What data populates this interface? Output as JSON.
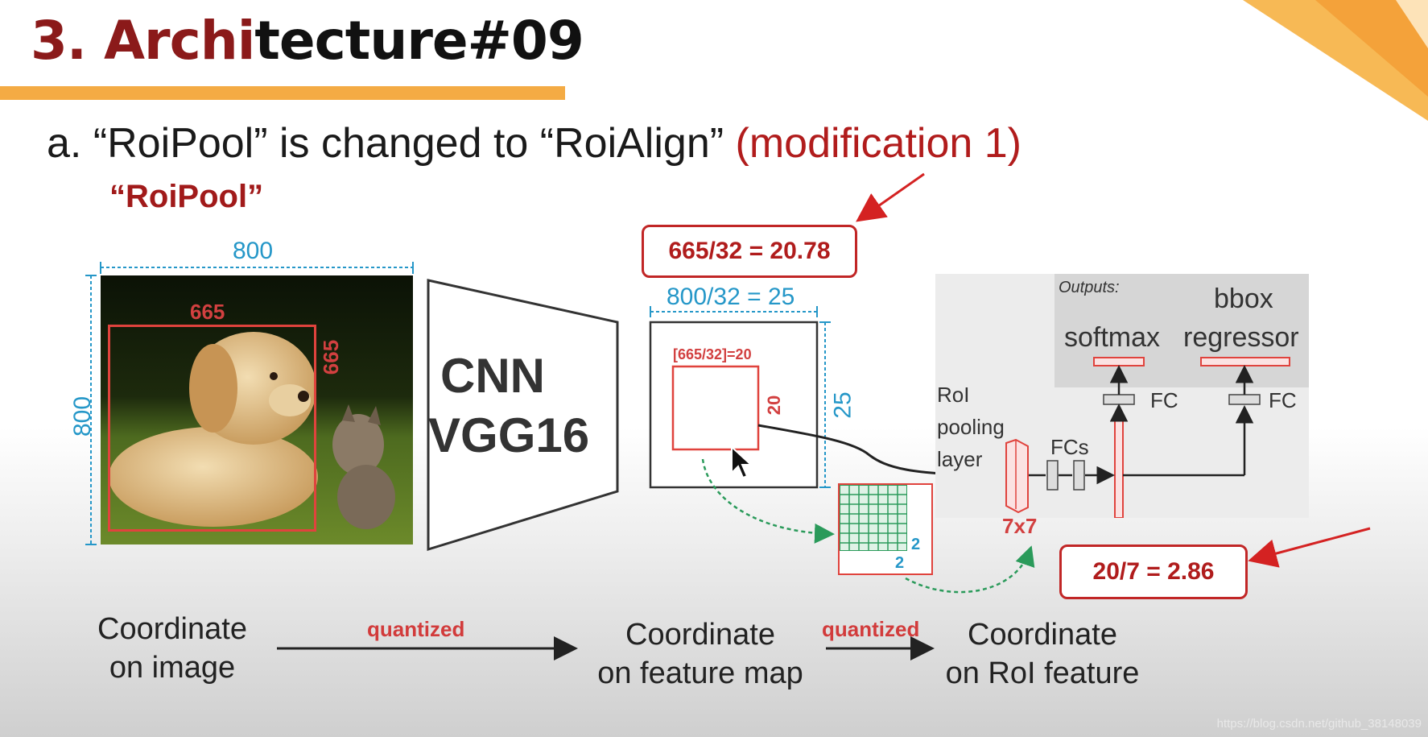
{
  "header": {
    "title_red": "3. Archi",
    "title_black": "tecture#09"
  },
  "subtitle": {
    "prefix": "a.  “RoiPool” is changed to “RoiAlign”",
    "highlight": "(modification 1)"
  },
  "section_label": "“RoiPool”",
  "image_panel": {
    "width_label": "800",
    "height_label": "800",
    "roi_width_label": "665",
    "roi_height_label": "665"
  },
  "cnn": {
    "line1": "CNN",
    "line2": "VGG16"
  },
  "feature_map": {
    "width_label": "800/32 = 25",
    "height_label": "25",
    "roi_label": "[665/32]=20",
    "roi_side_label": "20"
  },
  "callouts": {
    "top": "665/32 = 20.78",
    "bottom": "20/7 = 2.86"
  },
  "grid": {
    "cell_label_v": "2",
    "cell_label_h": "2",
    "grid_cols": 7,
    "grid_rows": 7
  },
  "network": {
    "outputs_label": "Outputs:",
    "softmax": "softmax",
    "bbox_line1": "bbox",
    "bbox_line2": "regressor",
    "fc1": "FC",
    "fc2": "FC",
    "fcs": "FCs",
    "roi_line1": "RoI",
    "roi_line2": "pooling",
    "roi_line3": "layer",
    "pool_size": "7x7"
  },
  "flow": {
    "step1_line1": "Coordinate",
    "step1_line2": "on image",
    "arrow1": "quantized",
    "step2_line1": "Coordinate",
    "step2_line2": "on feature map",
    "arrow2": "quantized",
    "step3_line1": "Coordinate",
    "step3_line2": "on RoI feature"
  },
  "watermark": "https://blog.csdn.net/github_38148039",
  "colors": {
    "accent_orange": "#f4ab44",
    "title_red": "#8b1a1a",
    "roi_red": "#e0433d",
    "dimension_blue": "#2597c8",
    "grid_green": "#2a9a5a"
  }
}
